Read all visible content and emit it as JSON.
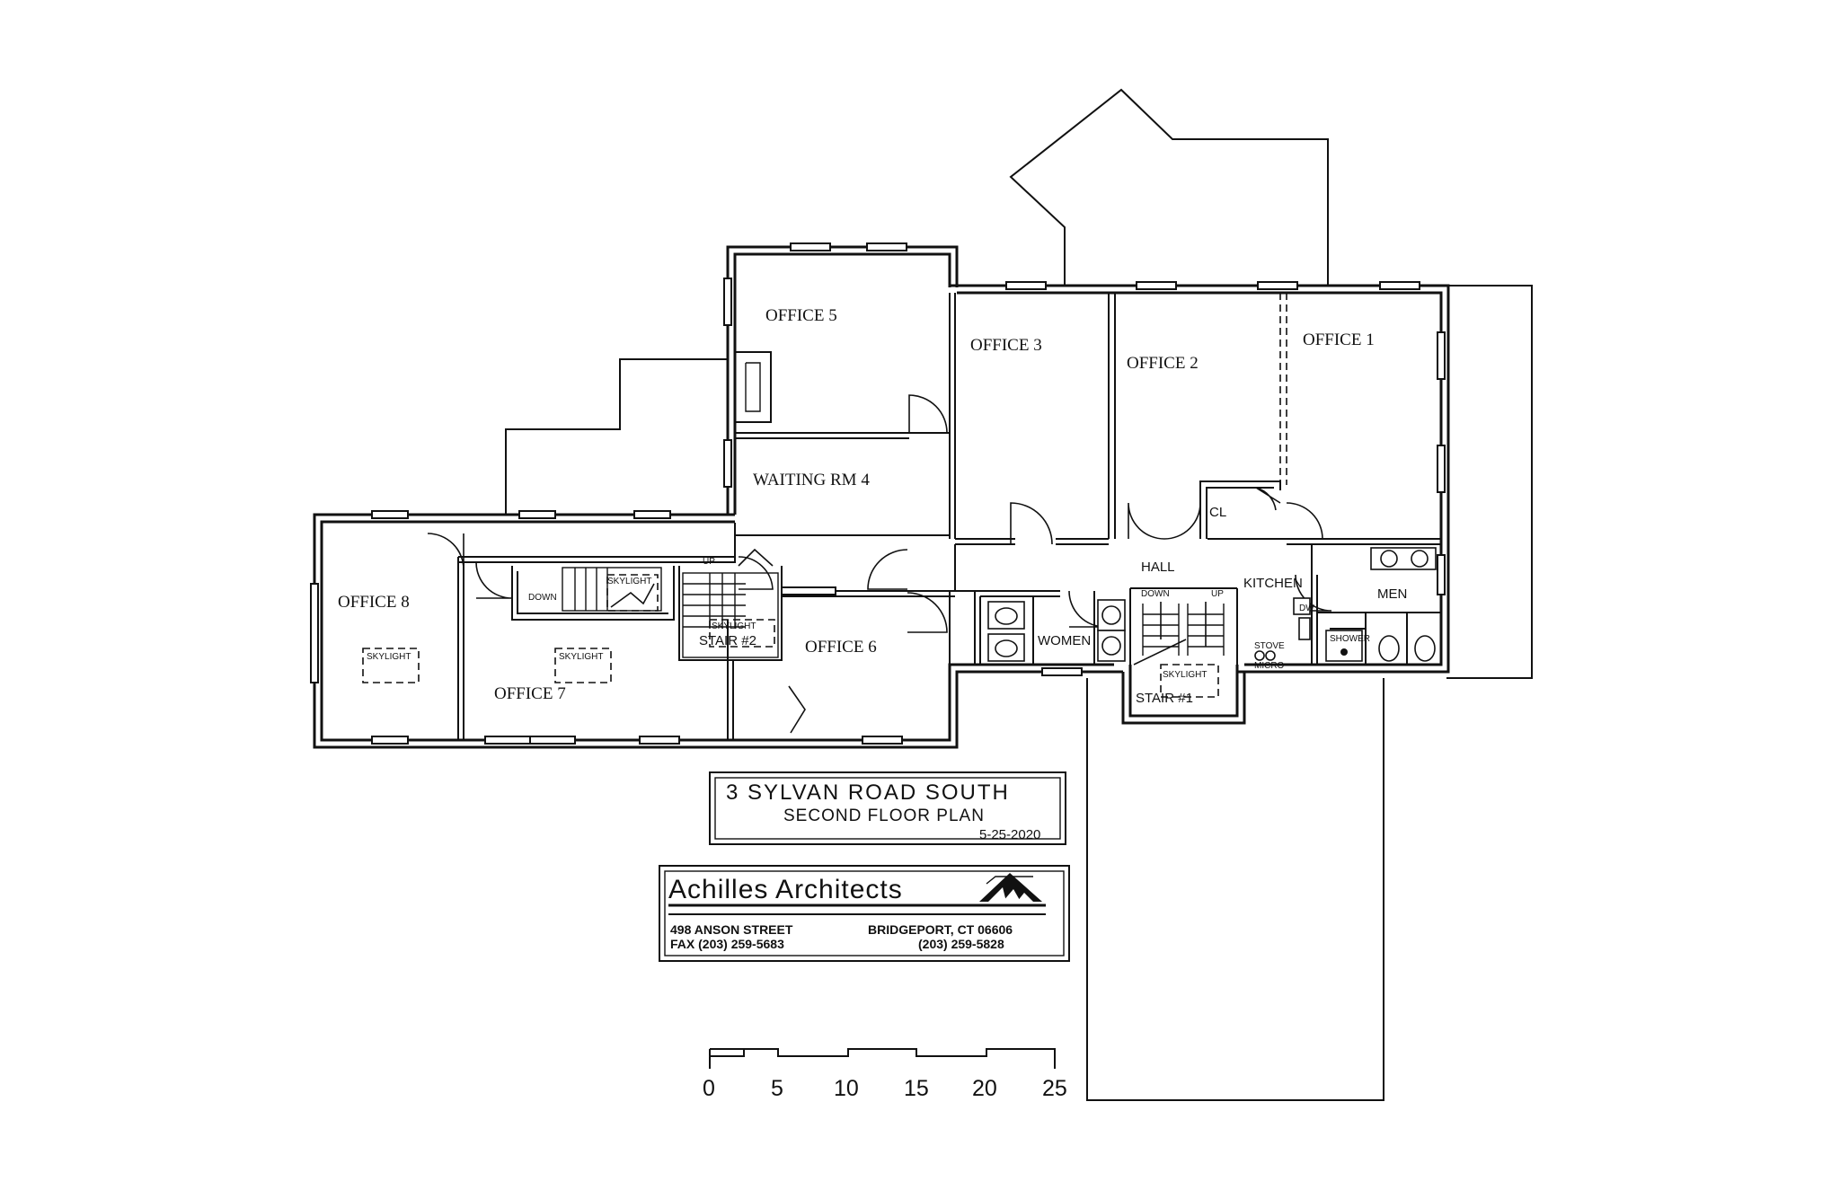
{
  "rooms": {
    "office1": "OFFICE 1",
    "office2": "OFFICE 2",
    "office3": "OFFICE 3",
    "waiting": "WAITING RM 4",
    "office5": "OFFICE 5",
    "office6": "OFFICE 6",
    "office7": "OFFICE 7",
    "office8": "OFFICE 8",
    "hall": "HALL",
    "men": "MEN",
    "women": "WOMEN",
    "kitchen": "KITCHEN",
    "closet": "CL",
    "stair1": "STAIR #1",
    "stair2": "STAIR #2",
    "skylight": "SKYLIGHT",
    "up": "UP",
    "down": "DOWN",
    "stove": "STOVE",
    "micro": "MICRO",
    "dw": "DW",
    "shower": "SHOWER"
  },
  "title_block": {
    "address": "3 SYLVAN ROAD SOUTH",
    "sheet": "SECOND FLOOR PLAN",
    "date": "5-25-2020"
  },
  "firm": {
    "name": "Achilles Architects",
    "street": "498 ANSON STREET",
    "fax": "FAX (203) 259-5683",
    "city": "BRIDGEPORT, CT 06606",
    "phone": "(203) 259-5828"
  },
  "scale": {
    "labels": [
      "0",
      "5",
      "10",
      "15",
      "20",
      "25"
    ]
  }
}
